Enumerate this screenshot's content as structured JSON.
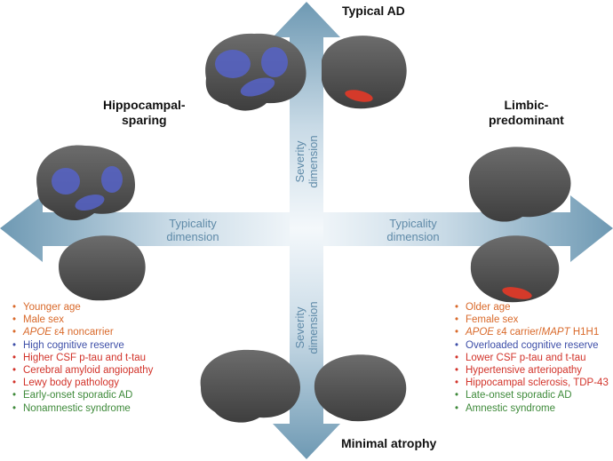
{
  "titles": {
    "top": "Typical AD",
    "left": "Hippocampal-\nsparing",
    "right": "Limbic-\npredominant",
    "bottom": "Minimal atrophy"
  },
  "axes": {
    "typicality": "Typicality\ndimension",
    "severity": "Severity\ndimension"
  },
  "left_list": [
    {
      "text": "Younger age",
      "color": "orange"
    },
    {
      "text": "Male sex",
      "color": "orange"
    },
    {
      "italic": "APOE",
      "text": " ε4 noncarrier",
      "color": "orange"
    },
    {
      "text": "High cognitive reserve",
      "color": "blue"
    },
    {
      "text": "Higher CSF p-tau and t-tau",
      "color": "red"
    },
    {
      "text": "Cerebral amyloid angiopathy",
      "color": "red"
    },
    {
      "text": "Lewy body pathology",
      "color": "red"
    },
    {
      "text": "Early-onset sporadic AD",
      "color": "green"
    },
    {
      "text": "Nonamnestic syndrome",
      "color": "green"
    }
  ],
  "right_list": [
    {
      "text": "Older age",
      "color": "orange"
    },
    {
      "text": "Female sex",
      "color": "orange"
    },
    {
      "italic": "APOE",
      "text": " ε4 carrier/",
      "italic2": "MAPT",
      "text2": " H1H1",
      "color": "orange"
    },
    {
      "text": "Overloaded cognitive reserve",
      "color": "blue"
    },
    {
      "text": "Lower CSF p-tau and t-tau",
      "color": "red"
    },
    {
      "text": "Hypertensive arteriopathy",
      "color": "red"
    },
    {
      "text": "Hippocampal sclerosis, TDP-43",
      "color": "red"
    },
    {
      "text": "Late-onset sporadic AD",
      "color": "green"
    },
    {
      "text": "Amnestic syndrome",
      "color": "green"
    }
  ],
  "colors": {
    "arrow_light": "#e8f1f6",
    "arrow_dark": "#6e99b3",
    "brain": "#5a5a5a",
    "atrophy_blue": "#5663c8",
    "atrophy_red": "#d53a2a",
    "orange": "#d9692a",
    "blue": "#3e4fa8",
    "red": "#d2332a",
    "green": "#3e8a3a"
  }
}
